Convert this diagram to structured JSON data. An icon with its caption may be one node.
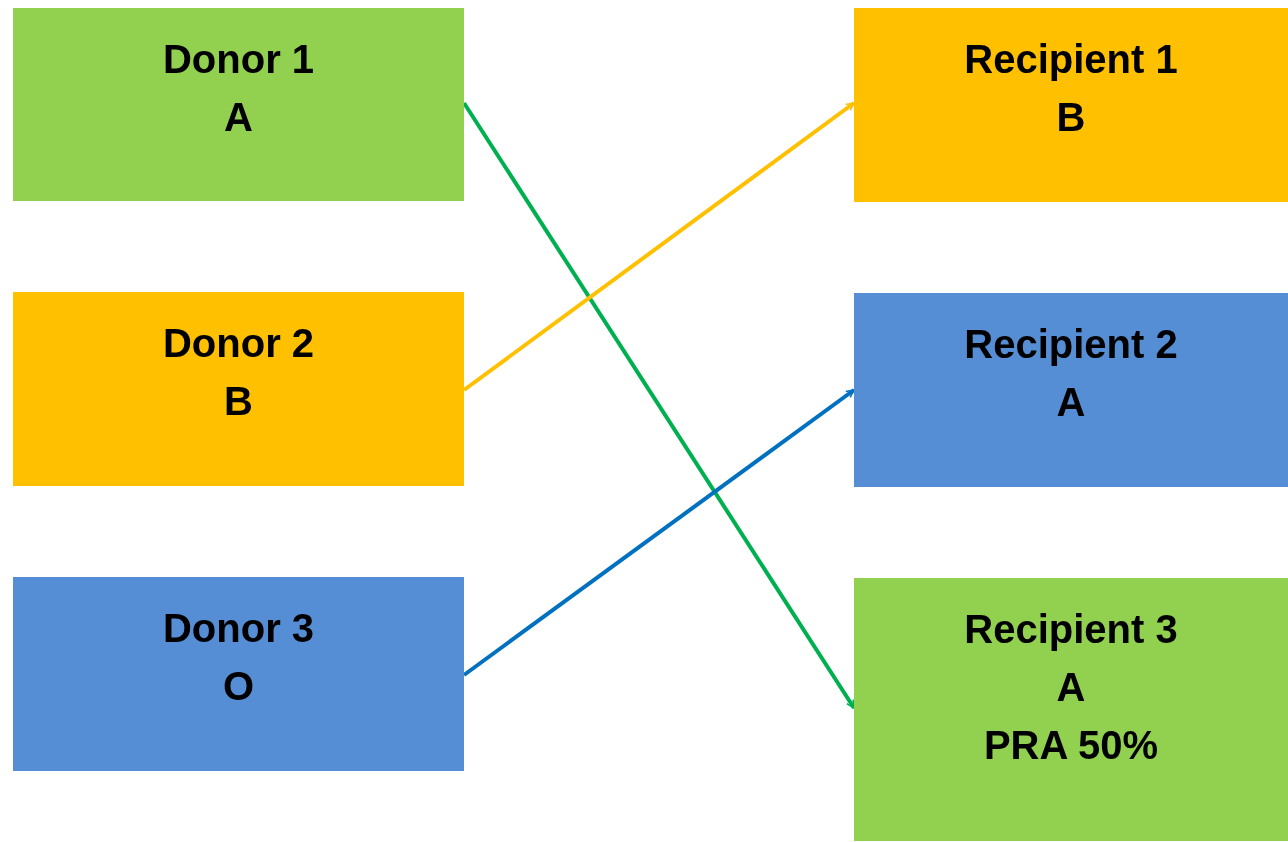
{
  "diagram": {
    "nodes": [
      {
        "text": [
          "Donor 1",
          "A"
        ]
      },
      {
        "text": [
          "Donor 2",
          "B"
        ]
      },
      {
        "text": [
          "Donor 3",
          "O"
        ]
      },
      {
        "text": [
          "Recipient 1",
          "B"
        ]
      },
      {
        "text": [
          "Recipient 2",
          "A"
        ]
      },
      {
        "text": [
          "Recipient 3",
          "A",
          "PRA 50%"
        ]
      }
    ],
    "edges": [
      {
        "from": 0,
        "to": 5,
        "arrow": "to",
        "color": "#00b050"
      },
      {
        "from": 1,
        "to": 3,
        "arrow": "to",
        "color": "#ffc000"
      },
      {
        "from": 2,
        "to": 4,
        "arrow": "to",
        "color": "#0070c0"
      }
    ]
  }
}
